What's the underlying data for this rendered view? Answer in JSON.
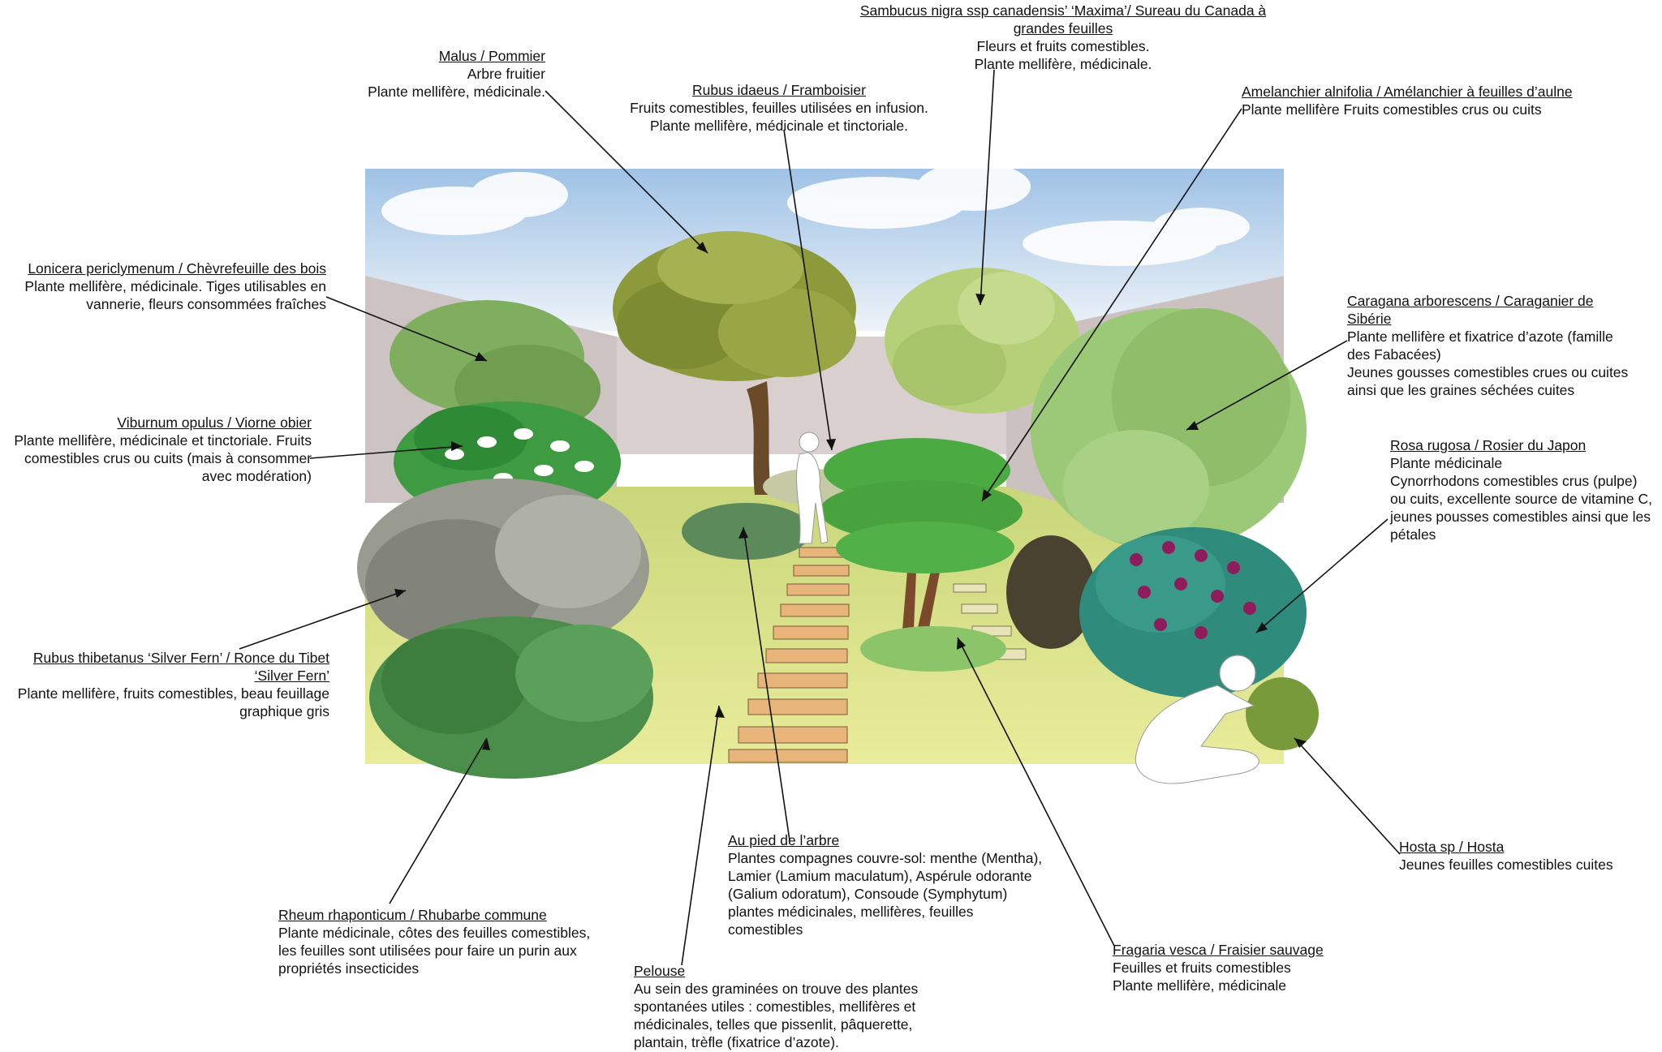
{
  "labels": {
    "sambucus": {
      "title": "Sambucus nigra ssp canadensis’ ‘Maxima’/ Sureau du Canada à grandes feuilles",
      "lines": [
        "Fleurs et fruits comestibles.",
        "Plante mellifère, médicinale."
      ]
    },
    "malus": {
      "title": "Malus / Pommier",
      "lines": [
        "Arbre fruitier",
        "Plante mellifère, médicinale."
      ]
    },
    "rubus_idaeus": {
      "title": "Rubus idaeus / Framboisier",
      "lines": [
        "Fruits comestibles, feuilles utilisées en infusion.",
        "Plante mellifère, médicinale et tinctoriale."
      ]
    },
    "amelanchier": {
      "title": "Amelanchier alnifolia / Amélanchier à feuilles d’aulne",
      "lines": [
        "Plante mellifère Fruits comestibles crus ou cuits"
      ]
    },
    "lonicera": {
      "title": "Lonicera periclymenum / Chèvrefeuille des bois",
      "lines": [
        "Plante mellifère, médicinale. Tiges utilisables en",
        "vannerie, fleurs consommées fraîches"
      ]
    },
    "caragana": {
      "title_l1": "Caragana arborescens / Caraganier de",
      "title_l2": "Sibérie",
      "lines": [
        "Plante mellifère et fixatrice d’azote (famille",
        "des Fabacées)",
        "Jeunes gousses comestibles crues ou cuites",
        "ainsi que les graines séchées cuites"
      ]
    },
    "viburnum": {
      "title": "Viburnum opulus / Viorne obier",
      "lines": [
        "Plante mellifère, médicinale et tinctoriale. Fruits",
        "comestibles crus ou cuits (mais à consommer",
        "avec modération)"
      ]
    },
    "rosa": {
      "title": "Rosa rugosa / Rosier du Japon",
      "lines": [
        "Plante médicinale",
        "Cynorrhodons comestibles crus (pulpe)",
        "ou cuits, excellente source de vitamine C,",
        "jeunes pousses comestibles ainsi que les",
        "pétales"
      ]
    },
    "rubus_thibetanus": {
      "title_l1": "Rubus thibetanus ‘Silver Fern’ / Ronce du Tibet",
      "title_l2": "‘Silver Fern’",
      "lines": [
        "Plante mellifère, fruits comestibles, beau feuillage",
        "graphique gris"
      ]
    },
    "au_pied": {
      "title": "Au pied de l’arbre",
      "lines": [
        "Plantes compagnes couvre-sol: menthe (Mentha),",
        "Lamier (Lamium maculatum), Aspérule odorante",
        "(Galium odoratum), Consoude (Symphytum)",
        "plantes médicinales, mellifères, feuilles",
        "comestibles"
      ]
    },
    "hosta": {
      "title": "Hosta sp / Hosta",
      "lines": [
        "Jeunes feuilles comestibles cuites"
      ]
    },
    "rheum": {
      "title": "Rheum rhaponticum / Rhubarbe commune",
      "lines": [
        "Plante médicinale, côtes des feuilles comestibles,",
        "les feuilles sont utilisées pour faire un purin aux",
        "propriétés insecticides"
      ]
    },
    "fragaria": {
      "title": "Fragaria vesca / Fraisier sauvage",
      "lines": [
        "Feuilles et fruits comestibles",
        "Plante mellifère, médicinale"
      ]
    },
    "pelouse": {
      "title": "Pelouse",
      "lines": [
        "Au sein des graminées on trouve des plantes",
        "spontanées utiles : comestibles, mellifères et",
        "médicinales, telles que pissenlit, pâquerette,",
        "plantain, trèfle (fixatrice d’azote)."
      ]
    }
  },
  "colors": {
    "sky_top": "#aac8e6",
    "sky_bottom": "#e8eff6",
    "wall": "#cfc4c4",
    "lawn": "#dde48c",
    "path": "#e8b67a",
    "dark_green": "#2e7d32",
    "olive": "#8a9a3a",
    "silver": "#8a8c82",
    "rose": "#8a1c5a",
    "teal": "#2a8a7a"
  }
}
